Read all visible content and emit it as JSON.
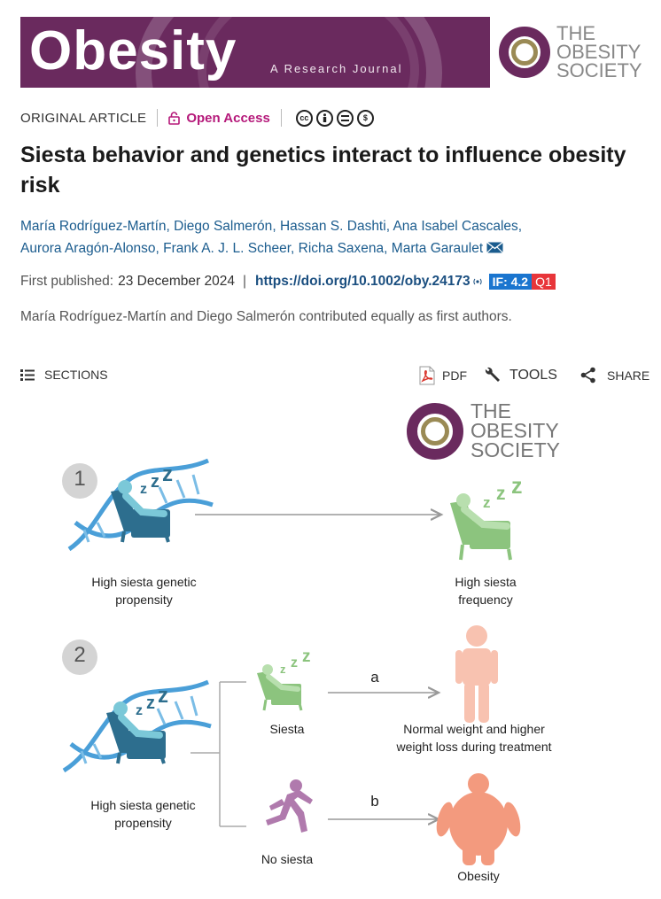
{
  "journal": {
    "name": "Obesity",
    "subtitle": "A Research Journal",
    "society_line1": "THE",
    "society_line2": "OBESITY",
    "society_line3": "SOCIETY",
    "brand_color": "#6a2a5e"
  },
  "article": {
    "type": "ORIGINAL ARTICLE",
    "access": "Open Access",
    "license_icons": [
      "cc-icon",
      "by-icon",
      "nd-icon",
      "nc-icon"
    ],
    "title": "Siesta behavior and genetics interact to influence obesity risk",
    "authors": [
      "María Rodríguez-Martín",
      "Diego Salmerón",
      "Hassan S. Dashti",
      "Ana Isabel Cascales",
      "Aurora Aragón-Alonso",
      "Frank A. J. L. Scheer",
      "Richa Saxena",
      "Marta Garaulet"
    ],
    "first_published_label": "First published:",
    "first_published_date": "23 December 2024",
    "doi": "https://doi.org/10.1002/oby.24173",
    "impact_factor": "IF: 4.2",
    "quartile": "Q1",
    "note": "María Rodríguez-Martín and Diego Salmerón contributed equally as first authors."
  },
  "toolbar": {
    "sections": "SECTIONS",
    "pdf": "PDF",
    "tools": "TOOLS",
    "share": "SHARE"
  },
  "figure": {
    "society_line1": "THE",
    "society_line2": "OBESITY",
    "society_line3": "SOCIETY",
    "panel1": {
      "number": "1",
      "left_label_1": "High siesta genetic",
      "left_label_2": "propensity",
      "right_label_1": "High siesta",
      "right_label_2": "frequency"
    },
    "panel2": {
      "number": "2",
      "left_label_1": "High siesta genetic",
      "left_label_2": "propensity",
      "siesta_label": "Siesta",
      "no_siesta_label": "No siesta",
      "arrow_a": "a",
      "arrow_b": "b",
      "outcome_a_1": "Normal weight and higher",
      "outcome_a_2": "weight loss during treatment",
      "outcome_b": "Obesity"
    },
    "colors": {
      "dark_chair": "#2d6e8e",
      "dna_blue": "#4a9fd8",
      "green": "#8cc47e",
      "purple": "#b07aad",
      "skin_light": "#f8c2b0",
      "skin_dark": "#f39a7e"
    }
  }
}
